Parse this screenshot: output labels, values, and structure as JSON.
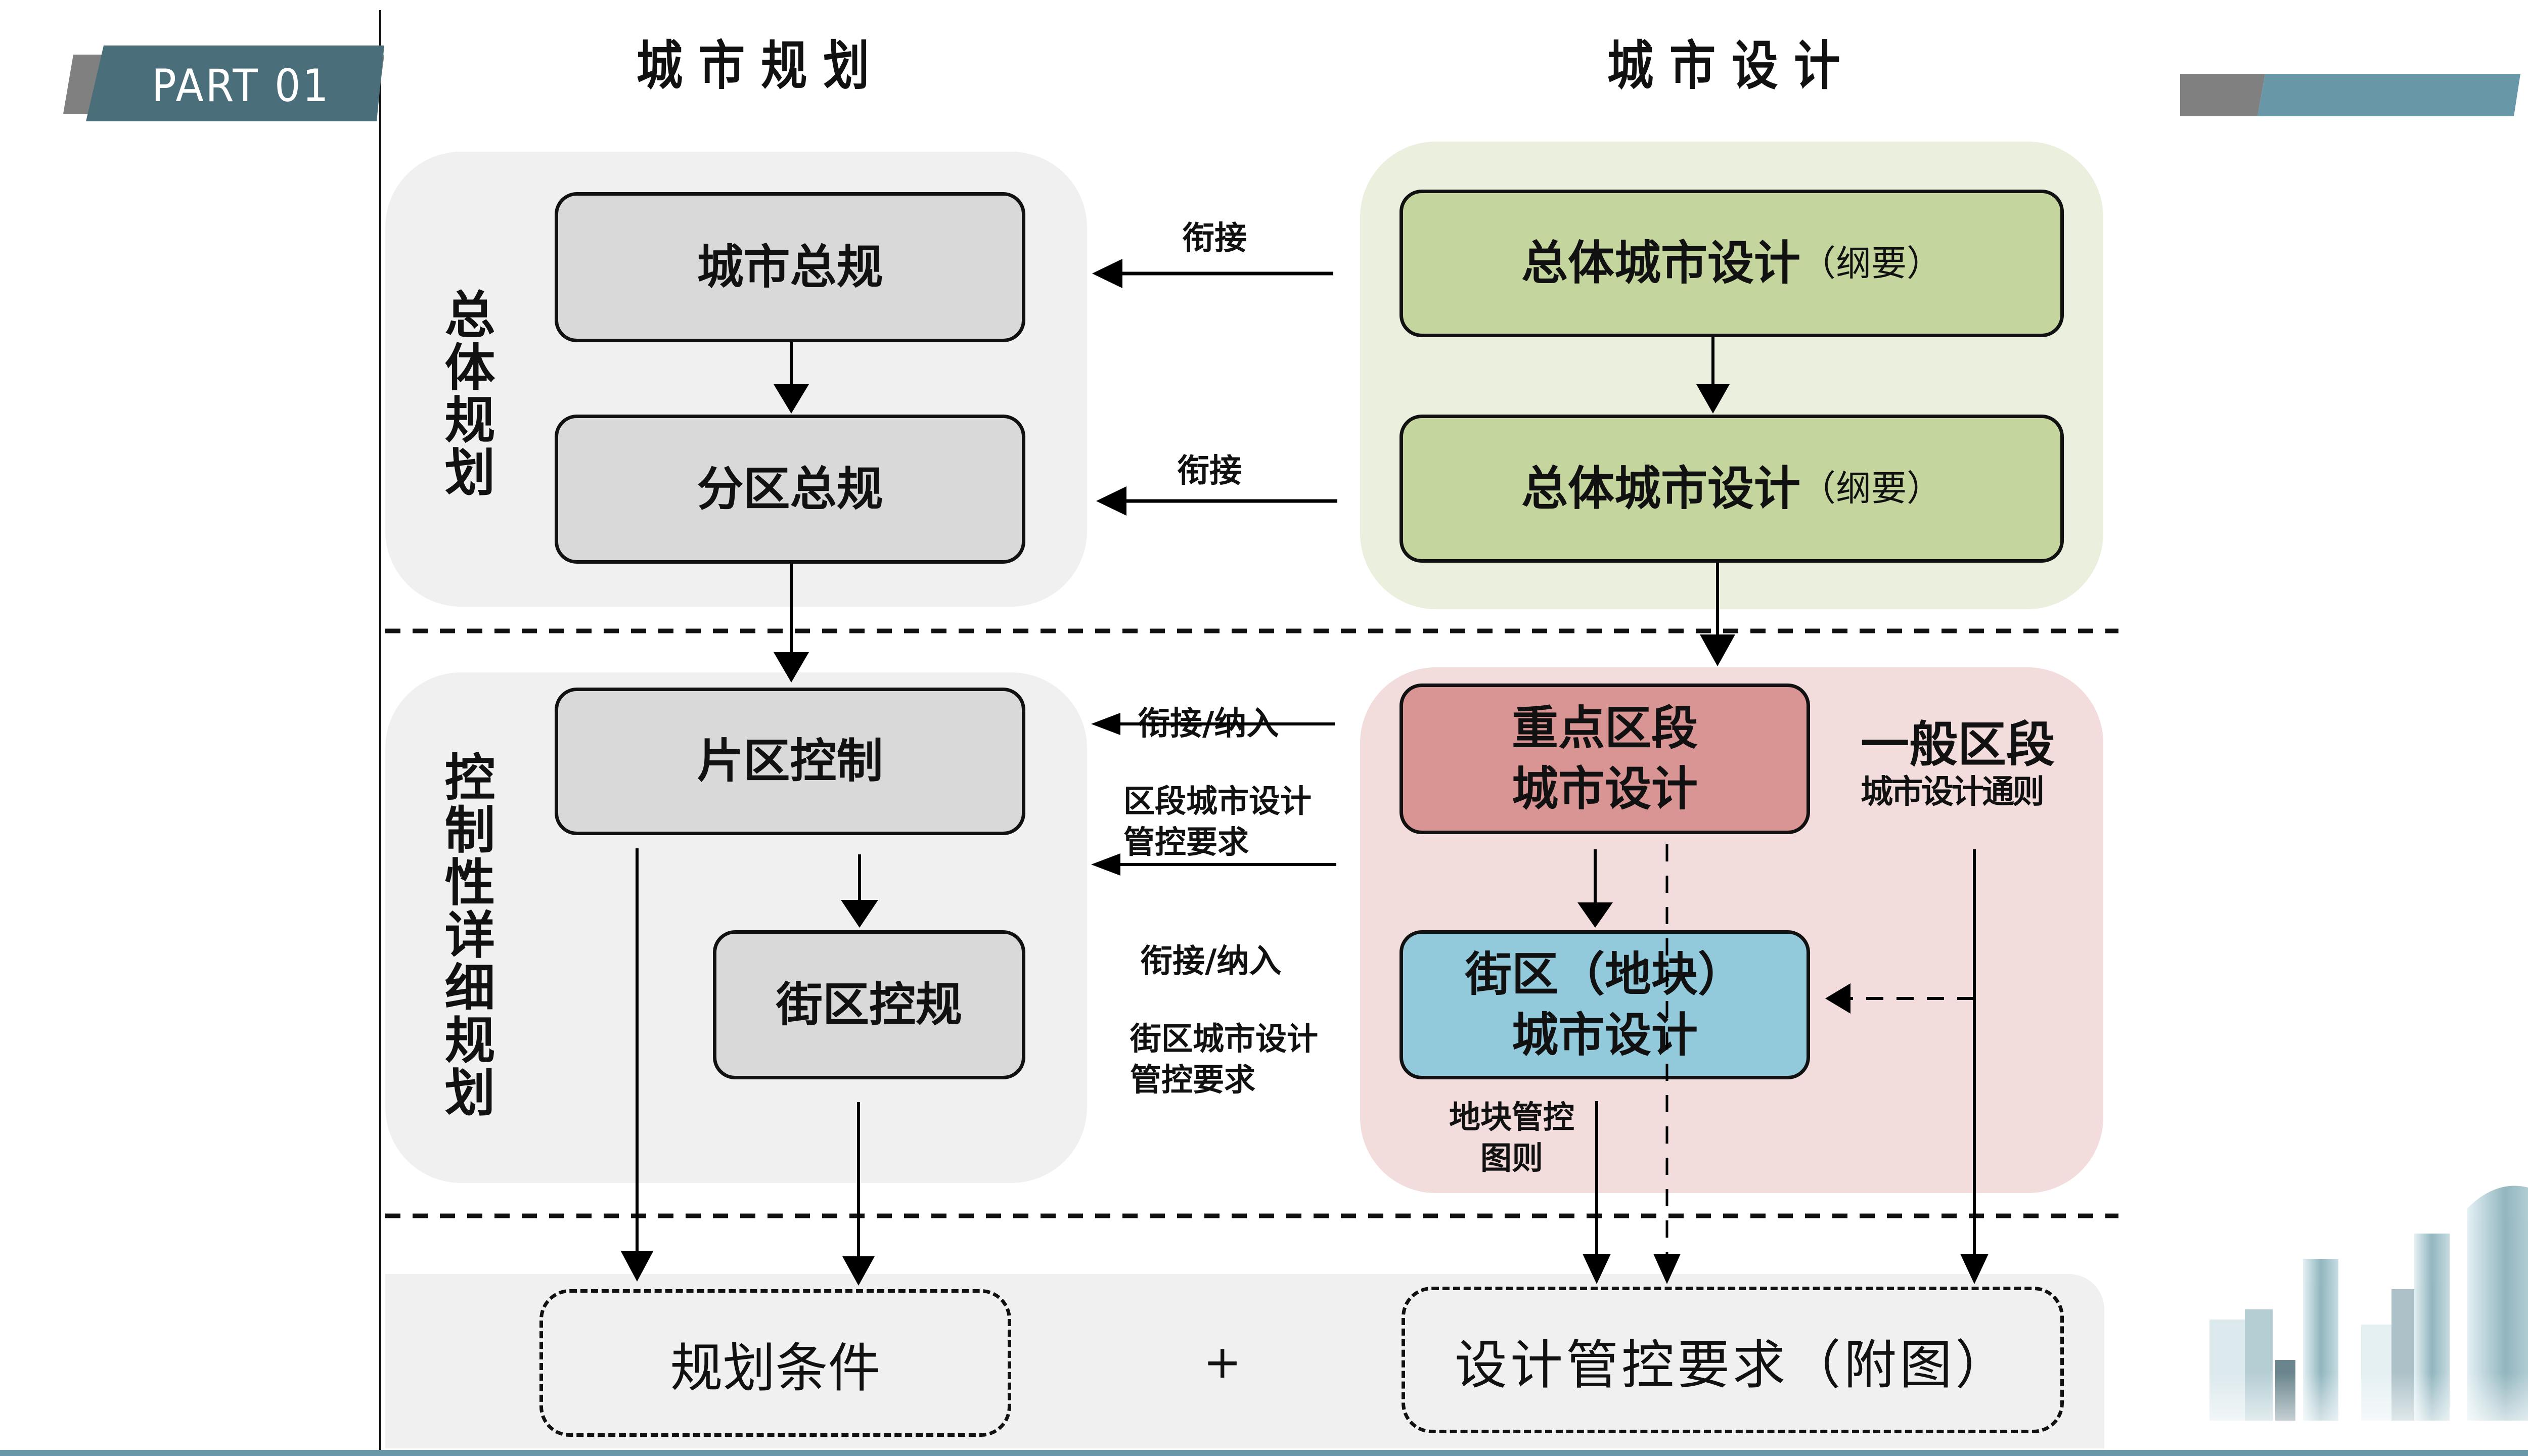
{
  "header": {
    "part_label": "PART 01",
    "left_column_title": "城市规划",
    "right_column_title": "城市设计"
  },
  "colors": {
    "banner_teal": "#4a6e7a",
    "banner_gray": "#808080",
    "accent_teal": "#6897a8",
    "group_gray": "#f0f0f0",
    "group_green": "#ebefdd",
    "group_pink": "#f2dcdc",
    "box_gray": "#d9d9d9",
    "box_green": "#c4d69e",
    "box_red": "#d99594",
    "box_blue": "#92cadc"
  },
  "left": {
    "tier1_label": "总体规划",
    "tier2_label": "控制性详细规划",
    "boxes": {
      "city_master_plan": "城市总规",
      "district_master_plan": "分区总规",
      "area_control": "片区控制",
      "block_control": "街区控规"
    }
  },
  "right": {
    "boxes": {
      "overall_design_1": "总体城市设计",
      "overall_design_1_suffix": "（纲要）",
      "overall_design_2": "总体城市设计",
      "overall_design_2_suffix": "（纲要）",
      "key_section_line1": "重点区段",
      "key_section_line2": "城市设计",
      "block_plot_line1": "街区（地块）",
      "block_plot_line2": "城市设计"
    },
    "general_section_title": "一般区段",
    "general_section_sub": "城市设计通则",
    "plot_control_label": "地块管控\n图则"
  },
  "connectors": {
    "link1": "衔接",
    "link2": "衔接",
    "link3": "衔接/纳入",
    "link3_note": "区段城市设计\n管控要求",
    "link4": "衔接/纳入",
    "link4_note": "街区城市设计\n管控要求"
  },
  "outputs": {
    "planning_conditions": "规划条件",
    "plus": "+",
    "design_requirements": "设计管控要求（附图）"
  }
}
